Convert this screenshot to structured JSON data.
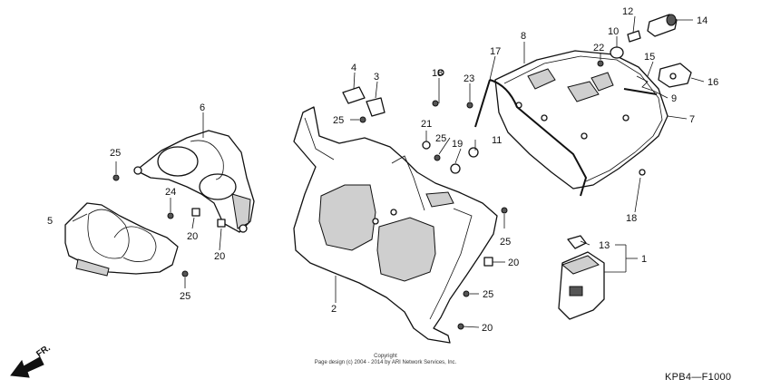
{
  "callouts": {
    "c1": "1",
    "c2": "2",
    "c3": "3",
    "c4": "4",
    "c5": "5",
    "c6": "6",
    "c7": "7",
    "c8": "8",
    "c9": "9",
    "c10": "10",
    "c11": "11",
    "c12": "12",
    "c13": "13",
    "c14": "14",
    "c15": "15",
    "c16": "16",
    "c17": "17",
    "c18a": "18",
    "c18b": "18",
    "c19": "19",
    "c20a": "20",
    "c20b": "20",
    "c20c": "20",
    "c20d": "20",
    "c21": "21",
    "c22": "22",
    "c23": "23",
    "c24": "24",
    "c25a": "25",
    "c25b": "25",
    "c25c": "25",
    "c25d": "25",
    "c25e": "25",
    "c25f": "25"
  },
  "direction_label": "FR.",
  "copyright": {
    "line1": "Copyright",
    "line2": "Page design (c) 2004 - 2014 by ARI Network Services, Inc."
  },
  "diagram_code": "KPB4—F1000"
}
